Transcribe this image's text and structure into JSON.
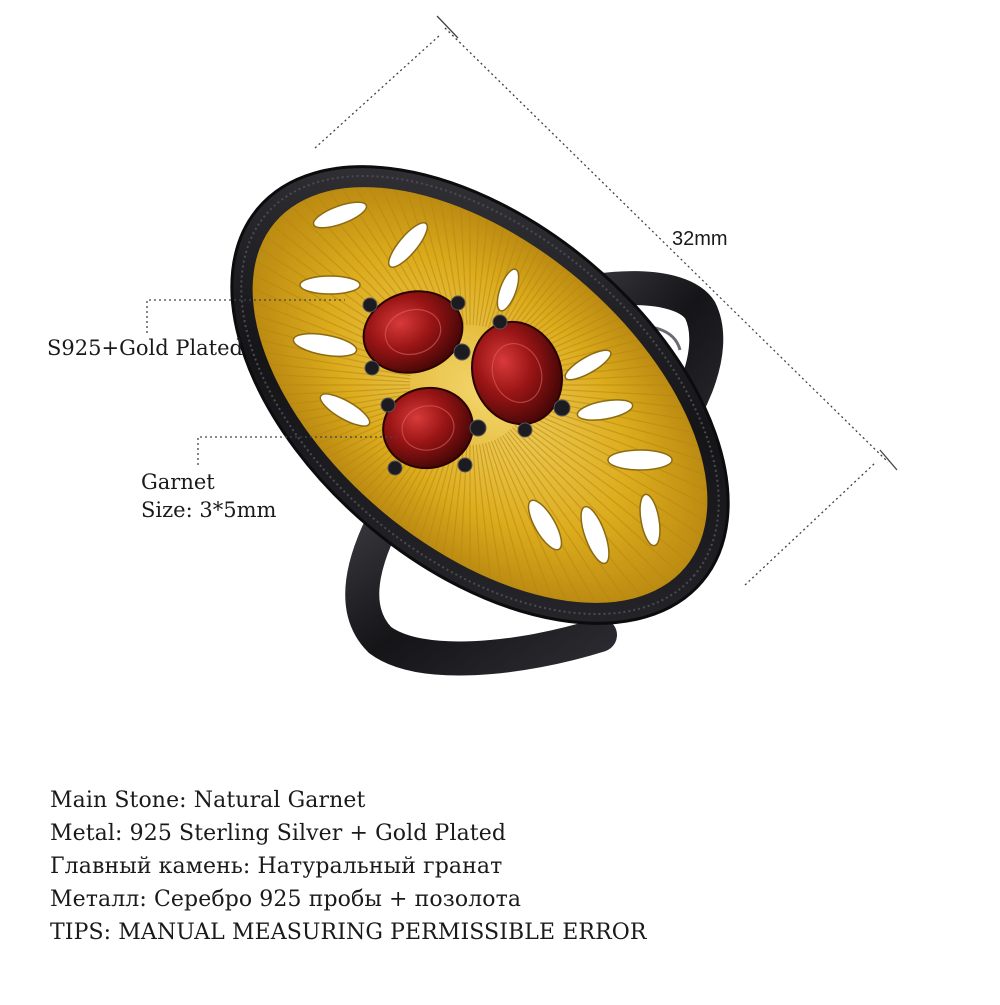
{
  "dimension": {
    "label": "32mm"
  },
  "callouts": {
    "metal": "S925+Gold Plated",
    "stone_name": "Garnet",
    "stone_size": "Size: 3*5mm"
  },
  "specs": [
    "Main Stone: Natural Garnet",
    "Metal: 925 Sterling Silver + Gold Plated",
    "Главный камень: Натуральный гранат",
    "Металл: Серебро 925 пробы + позолота",
    "TIPS: MANUAL MEASURING PERMISSIBLE ERROR"
  ],
  "colors": {
    "band": "#1b1b1e",
    "gold": "#e2b425",
    "garnet": "#8e1414",
    "line": "#444444"
  }
}
